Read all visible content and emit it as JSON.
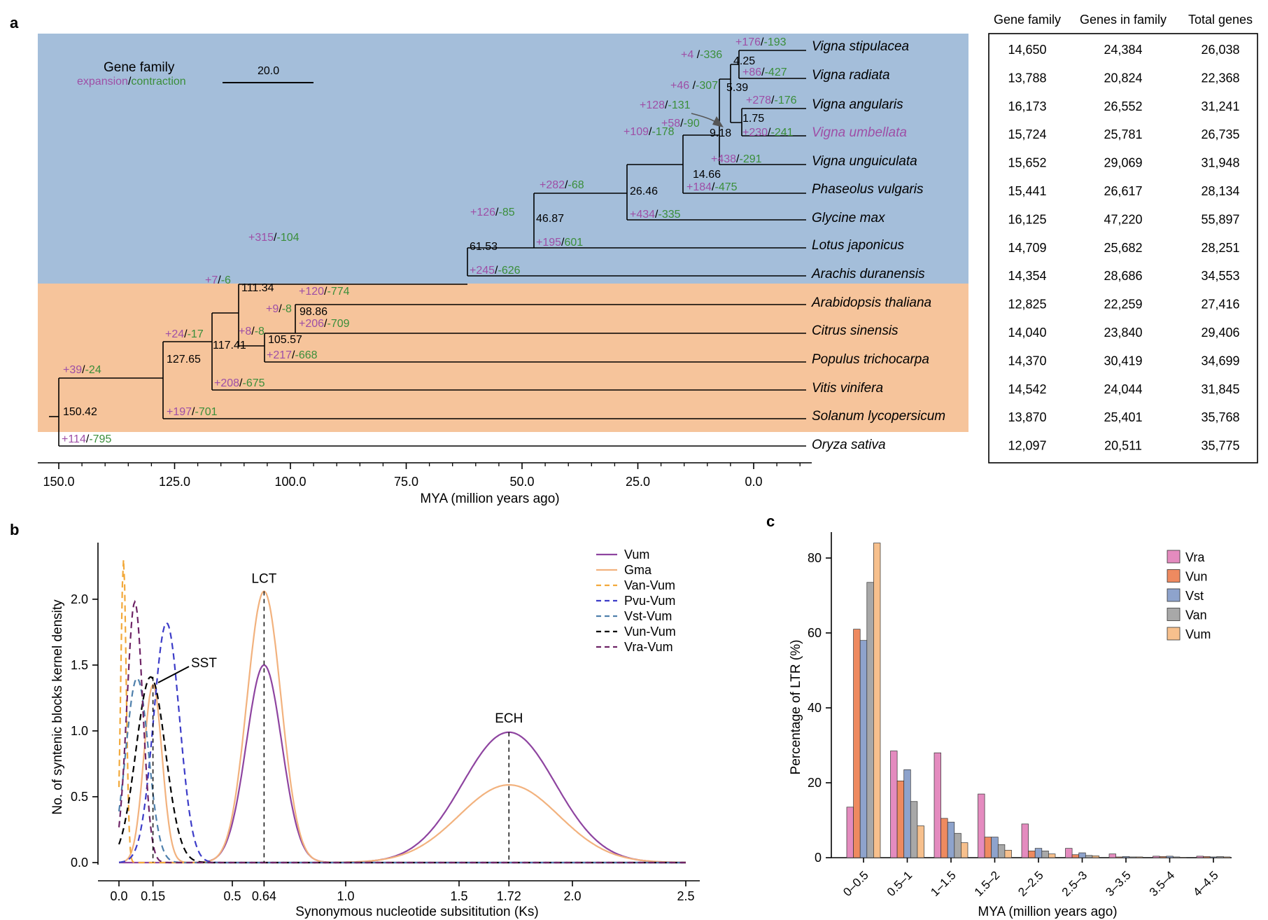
{
  "panels": {
    "a": "a",
    "b": "b",
    "c": "c"
  },
  "colors": {
    "expansion": "#9E4FA6",
    "contraction": "#3A8E3A",
    "legume_bg": "#A4BEDA",
    "nonlegume_bg": "#F6C49B",
    "umbellata_label": "#9E4FA6"
  },
  "panel_a": {
    "legend": {
      "title": "Gene family",
      "expansion": "expansion",
      "slash": "/",
      "contraction": "contraction",
      "scalebar_label": "20.0"
    },
    "axis": {
      "label": "MYA (million years ago)",
      "ticks": [
        "150.0",
        "125.0",
        "100.0",
        "75.0",
        "50.0",
        "25.0",
        "0.0"
      ],
      "tick_values": [
        150,
        125,
        100,
        75,
        50,
        25,
        0
      ]
    },
    "species": [
      "Vigna stipulacea",
      "Vigna radiata",
      "Vigna angularis",
      "Vigna umbellata",
      "Vigna unguiculata",
      "Phaseolus vulgaris",
      "Glycine max",
      "Lotus japonicus",
      "Arachis duranensis",
      "Arabidopsis thaliana",
      "Citrus sinensis",
      "Populus trichocarpa",
      "Vitis vinifera",
      "Solanum lycopersicum",
      "Oryza sativa"
    ],
    "node_ages": [
      "150.42",
      "127.65",
      "117.41",
      "111.34",
      "105.57",
      "98.86",
      "61.53",
      "46.87",
      "26.46",
      "14.66",
      "9.18",
      "5.39",
      "4.25",
      "1.75"
    ],
    "branch_labels": [
      {
        "exp": "+176",
        "con": "-193"
      },
      {
        "exp": "+86",
        "con": "-427"
      },
      {
        "exp": "+278",
        "con": "-176"
      },
      {
        "exp": "+230",
        "con": "-241"
      },
      {
        "exp": "+438",
        "con": "-291"
      },
      {
        "exp": "+184",
        "con": "-475"
      },
      {
        "exp": "+434",
        "con": "-335"
      },
      {
        "exp": "+195",
        "con": "601"
      },
      {
        "exp": "+245",
        "con": "-626"
      },
      {
        "exp": "+120",
        "con": "-774"
      },
      {
        "exp": "+206",
        "con": "-709"
      },
      {
        "exp": "+217",
        "con": "-668"
      },
      {
        "exp": "+208",
        "con": "-675"
      },
      {
        "exp": "+197",
        "con": "-701"
      },
      {
        "exp": "+114",
        "con": "-795"
      },
      {
        "exp": "+4 ",
        "con": "-336"
      },
      {
        "exp": "+46 ",
        "con": "-307"
      },
      {
        "exp": "+128",
        "con": "-131"
      },
      {
        "exp": "+58",
        "con": "-90"
      },
      {
        "exp": "+109",
        "con": "-178"
      },
      {
        "exp": "+282",
        "con": "-68"
      },
      {
        "exp": "+126",
        "con": "-85"
      },
      {
        "exp": "+315",
        "con": "-104"
      },
      {
        "exp": "+7",
        "con": "-6"
      },
      {
        "exp": "+9",
        "con": "-8"
      },
      {
        "exp": "+8",
        "con": "-8"
      },
      {
        "exp": "+24",
        "con": "-17"
      },
      {
        "exp": "+39",
        "con": "-24"
      }
    ],
    "table": {
      "headers": [
        "Gene family",
        "Genes in family",
        "Total genes"
      ],
      "rows": [
        [
          "14,650",
          "24,384",
          "26,038"
        ],
        [
          "13,788",
          "20,824",
          "22,368"
        ],
        [
          "16,173",
          "26,552",
          "31,241"
        ],
        [
          "15,724",
          "25,781",
          "26,735"
        ],
        [
          "15,652",
          "29,069",
          "31,948"
        ],
        [
          "15,441",
          "26,617",
          "28,134"
        ],
        [
          "16,125",
          "47,220",
          "55,897"
        ],
        [
          "14,709",
          "25,682",
          "28,251"
        ],
        [
          "14,354",
          "28,686",
          "34,553"
        ],
        [
          "12,825",
          "22,259",
          "27,416"
        ],
        [
          "14,040",
          "23,840",
          "29,406"
        ],
        [
          "14,370",
          "30,419",
          "34,699"
        ],
        [
          "14,542",
          "24,044",
          "31,845"
        ],
        [
          "13,870",
          "25,401",
          "35,768"
        ],
        [
          "12,097",
          "20,511",
          "35,775"
        ]
      ]
    }
  },
  "chart_data": [
    {
      "panel": "b",
      "type": "line",
      "xlabel": "Synonymous nucleotide subsititution (Ks)",
      "ylabel": "No. of syntenic blocks kernel density",
      "xlim": [
        0,
        2.5
      ],
      "ylim": [
        0,
        2.35
      ],
      "x_ticks": [
        "0.0",
        "0.15",
        "0.5",
        "0.64",
        "1.0",
        "1.5",
        "1.72",
        "2.0",
        "2.5"
      ],
      "x_tick_values": [
        0,
        0.15,
        0.5,
        0.64,
        1.0,
        1.5,
        1.72,
        2.0,
        2.5
      ],
      "y_ticks": [
        "0.0",
        "0.5",
        "1.0",
        "1.5",
        "2.0"
      ],
      "y_tick_values": [
        0,
        0.5,
        1.0,
        1.5,
        2.0
      ],
      "peak_annotations": [
        {
          "label": "LCT",
          "x": 0.64
        },
        {
          "label": "ECH",
          "x": 1.72
        },
        {
          "label": "SST",
          "x": 0.15
        }
      ],
      "series": [
        {
          "name": "Vum",
          "color": "#8E44A0",
          "dash": false,
          "peaks": [
            {
              "mu": 0.64,
              "sigma": 0.078,
              "h": 1.5
            },
            {
              "mu": 1.72,
              "sigma": 0.205,
              "h": 0.99
            }
          ]
        },
        {
          "name": "Gma",
          "color": "#F2B27E",
          "dash": false,
          "peaks": [
            {
              "mu": 0.15,
              "sigma": 0.04,
              "h": 1.35
            },
            {
              "mu": 0.64,
              "sigma": 0.075,
              "h": 2.06
            },
            {
              "mu": 1.72,
              "sigma": 0.22,
              "h": 0.59
            }
          ]
        },
        {
          "name": "Van-Vum",
          "color": "#F2A93B",
          "dash": true,
          "peaks": [
            {
              "mu": 0.02,
              "sigma": 0.012,
              "h": 2.3
            }
          ]
        },
        {
          "name": "Pvu-Vum",
          "color": "#3C3CC8",
          "dash": true,
          "peaks": [
            {
              "mu": 0.21,
              "sigma": 0.057,
              "h": 1.82
            }
          ]
        },
        {
          "name": "Vst-Vum",
          "color": "#4F80AC",
          "dash": true,
          "peaks": [
            {
              "mu": 0.08,
              "sigma": 0.05,
              "h": 1.4
            }
          ]
        },
        {
          "name": "Vun-Vum",
          "color": "#000000",
          "dash": true,
          "peaks": [
            {
              "mu": 0.14,
              "sigma": 0.065,
              "h": 1.41
            }
          ]
        },
        {
          "name": "Vra-Vum",
          "color": "#6E2466",
          "dash": true,
          "peaks": [
            {
              "mu": 0.07,
              "sigma": 0.035,
              "h": 1.98
            }
          ]
        }
      ]
    },
    {
      "panel": "c",
      "type": "bar",
      "xlabel": "MYA (million years ago)",
      "ylabel": "Percentage of  LTR (%)",
      "ylim": [
        0,
        90
      ],
      "y_ticks": [
        "0",
        "20",
        "40",
        "60",
        "80"
      ],
      "y_tick_values": [
        0,
        20,
        40,
        60,
        80
      ],
      "categories": [
        "0–0.5",
        "0.5–1",
        "1–1.5",
        "1.5–2",
        "2–2.5",
        "2.5–3",
        "3–3.5",
        "3.5–4",
        "4–4.5"
      ],
      "series": [
        {
          "name": "Vra",
          "color": "#E48BBF",
          "values": [
            13.5,
            28.5,
            28.0,
            17.0,
            9.0,
            2.5,
            1.0,
            0.4,
            0.4
          ]
        },
        {
          "name": "Vun",
          "color": "#EE8A60",
          "values": [
            61.0,
            20.5,
            10.5,
            5.5,
            1.8,
            0.8,
            0.2,
            0.3,
            0.3
          ]
        },
        {
          "name": "Vst",
          "color": "#8EA3CC",
          "values": [
            58.0,
            23.5,
            9.5,
            5.5,
            2.5,
            1.3,
            0.3,
            0.4,
            0.2
          ]
        },
        {
          "name": "Van",
          "color": "#A8A8A8",
          "values": [
            73.5,
            15.0,
            6.5,
            3.5,
            1.8,
            0.6,
            0.2,
            0.2,
            0.3
          ]
        },
        {
          "name": "Vum",
          "color": "#F7C08D",
          "values": [
            84.0,
            8.5,
            4.0,
            2.0,
            1.0,
            0.5,
            0.2,
            0.1,
            0.2
          ]
        }
      ]
    }
  ]
}
